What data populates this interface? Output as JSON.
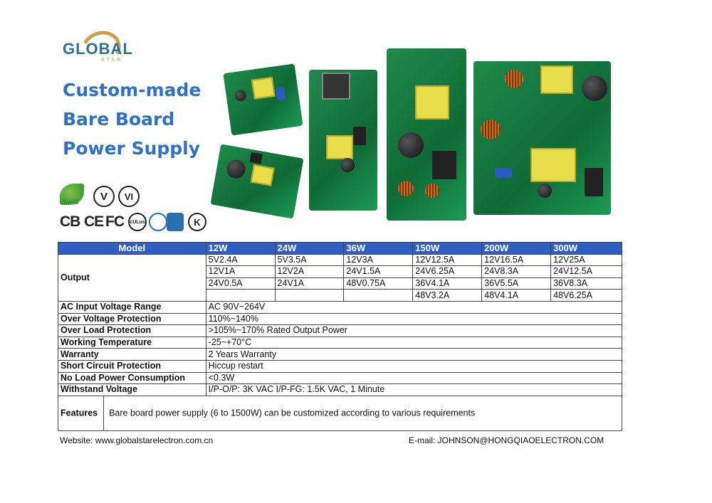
{
  "logo": {
    "name": "GLOBAL",
    "sub": "STAR"
  },
  "headline": [
    "Custom-made",
    "Bare Board",
    "Power Supply"
  ],
  "certs": {
    "rohs": "RoHS",
    "v": "V",
    "vi": "VI",
    "cb": "CB",
    "ce": "CE",
    "fc": "FC",
    "ul": "cULus",
    "kc": "K"
  },
  "table": {
    "header": {
      "model": "Model",
      "w12": "12W",
      "w24": "24W",
      "w36": "36W",
      "w150": "150W",
      "w200": "200W",
      "w300": "300W"
    },
    "output_label": "Output",
    "output_rows": [
      [
        "5V2.4A",
        "5V3.5A",
        "12V3A",
        "12V12.5A",
        "12V16.5A",
        "12V25A"
      ],
      [
        "12V1A",
        "12V2A",
        "24V1.5A",
        "24V6.25A",
        "24V8.3A",
        "24V12.5A"
      ],
      [
        "24V0.5A",
        "24V1A",
        "48V0.75A",
        "36V4.1A",
        "36V5.5A",
        "36V8.3A"
      ],
      [
        "",
        "",
        "",
        "48V3.2A",
        "48V4.1A",
        "48V6.25A"
      ]
    ],
    "specs": [
      {
        "label": "AC Input Voltage Range",
        "value": "AC 90V~264V"
      },
      {
        "label": "Over Voltage Protection",
        "value": "110%~140%"
      },
      {
        "label": "Over Load Protection",
        "value": ">105%~170% Rated Output Power"
      },
      {
        "label": "Working Temperature",
        "value": "-25~+70°C"
      },
      {
        "label": "Warranty",
        "value": "2 Years Warranty"
      },
      {
        "label": "Short Circuit Protection",
        "value": "Hiccup restart"
      },
      {
        "label": "No Load Power Consumption",
        "value": "<0.3W"
      },
      {
        "label": "Withstand Voltage",
        "value": "I/P-O/P: 3K VAC I/P-FG: 1.5K VAC, 1 Minute"
      }
    ],
    "features_label": "Features",
    "features_value": "Bare board power supply (6 to 1500W) can be customized according to various requirements"
  },
  "footer": {
    "website": "Website: www.globalstarelectron.com.cn",
    "email": "E-mail:  JOHNSON@HONGQIAOELECTRON.COM"
  },
  "colors": {
    "headline": "#2f72c4",
    "table_header": "#2f5fc4",
    "logo_gold": "#c9a24a"
  }
}
